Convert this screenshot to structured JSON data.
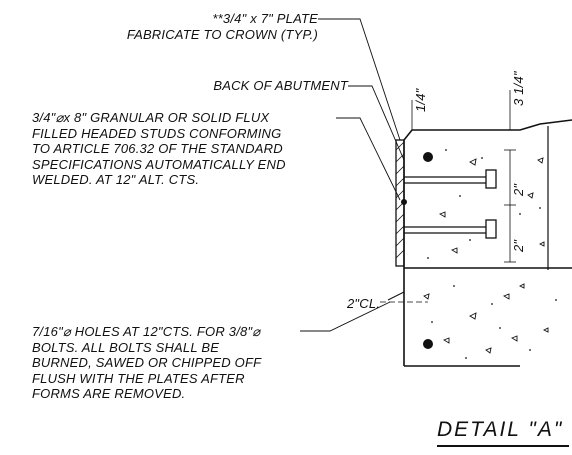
{
  "notes": {
    "plate_line1": "**3/4\" x 7\" PLATE",
    "plate_line2": "FABRICATE TO CROWN (TYP.)",
    "back_abutment": "BACK OF ABUTMENT",
    "studs_line1": "3/4\"⌀x 8\" GRANULAR OR SOLID FLUX",
    "studs_line2": "FILLED HEADED STUDS CONFORMING",
    "studs_line3": "TO ARTICLE 706.32 OF THE STANDARD",
    "studs_line4": "SPECIFICATIONS AUTOMATICALLY END",
    "studs_line5": "WELDED. AT 12\" ALT. CTS.",
    "holes_line1": "7/16\"⌀ HOLES AT 12\"CTS. FOR 3/8\"⌀",
    "holes_line2": "BOLTS. ALL BOLTS SHALL BE",
    "holes_line3": "BURNED, SAWED OR CHIPPED OFF",
    "holes_line4": "FLUSH WITH THE PLATES AFTER",
    "holes_line5": "FORMS ARE REMOVED."
  },
  "dimensions": {
    "quarter": "1/4\"",
    "three_quarter": "3 1/4\"",
    "two_a": "2\"",
    "two_b": "2\"",
    "cl": "2\"CL."
  },
  "title": "DETAIL \"A\""
}
